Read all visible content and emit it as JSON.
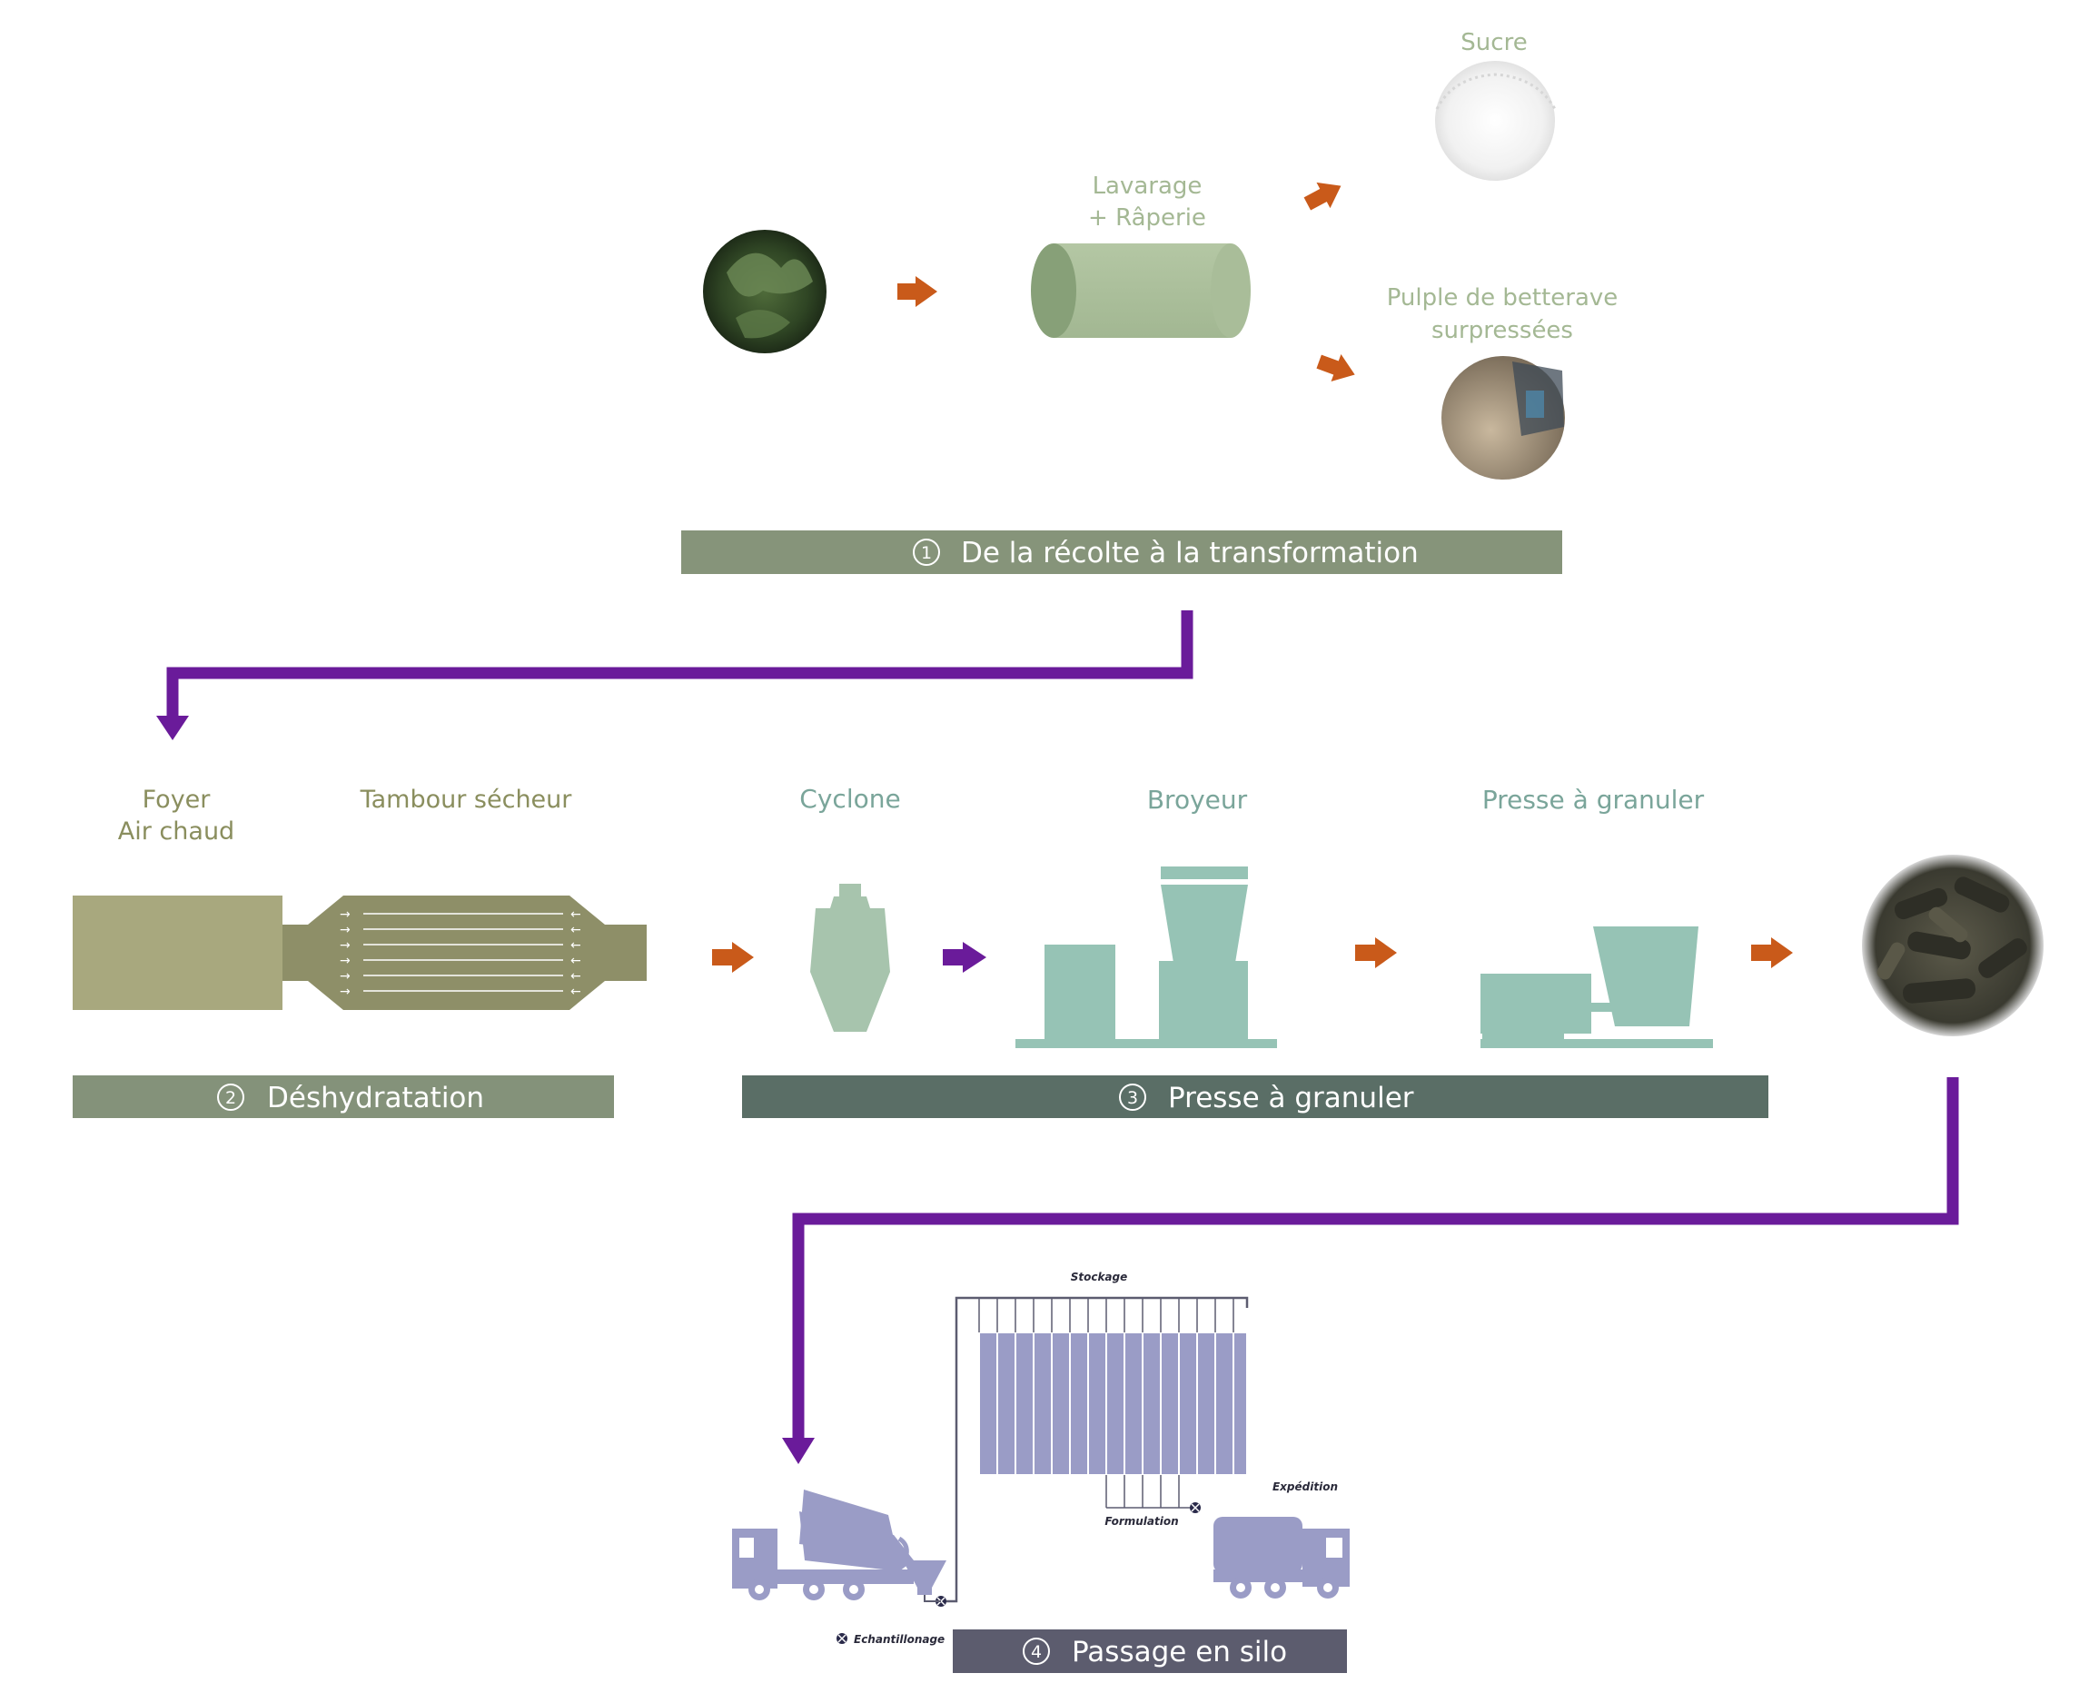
{
  "top": {
    "process_label": [
      "Lavarage",
      "+ Râperie"
    ],
    "output_sugar": "Sucre",
    "output_pulp": [
      "Pulple de betterave",
      "surpressées"
    ]
  },
  "steps": [
    {
      "number": "1",
      "title": "De la récolte à la transformation"
    },
    {
      "number": "2",
      "title": "Déshydratation"
    },
    {
      "number": "3",
      "title": "Presse à granuler"
    },
    {
      "number": "4",
      "title": "Passage en silo"
    }
  ],
  "middle": {
    "furnace_label": [
      "Foyer",
      "Air chaud"
    ],
    "drum_label": "Tambour sécheur",
    "cyclone_label": "Cyclone",
    "grinder_label": "Broyeur",
    "press_label": "Presse à granuler"
  },
  "silo": {
    "storage_label": "Stockage",
    "formulation_label": "Formulation",
    "shipping_label": "Expédition",
    "sampling_label": "Echantillonage"
  },
  "colors": {
    "step1_band": "#86947a",
    "step2_band": "#84927a",
    "step3_band": "#5a6e66",
    "step4_band": "#5c5c6e",
    "flow_arrow": "#6a1b9a",
    "process_arrow": "#c95a1a",
    "equipment": "#96c3b5",
    "drum": "#8e8f68",
    "silo": "#9a9cc6"
  },
  "icons": [
    "beet-photo",
    "sugar-photo",
    "pulp-photo",
    "pellets-photo",
    "cement-truck-icon",
    "tanker-truck-icon",
    "valve-icon"
  ]
}
